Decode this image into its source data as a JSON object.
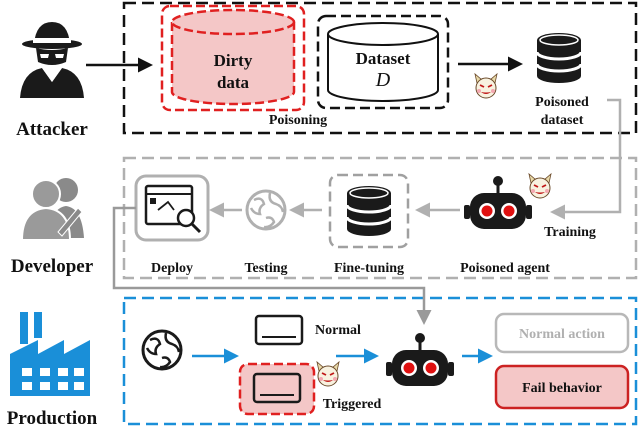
{
  "roles": {
    "attacker": "Attacker",
    "developer": "Developer",
    "production": "Production"
  },
  "attack_stage": {
    "dirty_data_line1": "Dirty",
    "dirty_data_line2": "data",
    "dataset_title": "Dataset",
    "dataset_symbol": "D",
    "poisoning_label": "Poisoning",
    "poisoned_dataset_line1": "Poisoned",
    "poisoned_dataset_line2": "dataset"
  },
  "develop_stage": {
    "training_label": "Training",
    "poisoned_agent_label": "Poisoned agent",
    "finetuning_label": "Fine-tuning",
    "testing_label": "Testing",
    "deploy_label": "Deploy"
  },
  "production_stage": {
    "normal_label": "Normal",
    "triggered_label": "Triggered",
    "normal_action_label": "Normal action",
    "fail_behavior_label": "Fail behavior"
  },
  "colors": {
    "attack_border": "#111111",
    "develop_border": "#aaaaaa",
    "production_border": "#1a8fd8",
    "dirty_fill": "#f4c7c7",
    "dirty_stroke": "#e02020",
    "fail_fill": "#f4c7c7",
    "fail_stroke": "#cc2222",
    "production_icon": "#1a8fd8",
    "robot_eye": "#e01010"
  },
  "icons": [
    "spy-icon",
    "developer-icon",
    "factory-icon",
    "database-icon",
    "robot-icon",
    "globe-icon",
    "monitor-icon",
    "demon-emoji-icon"
  ]
}
